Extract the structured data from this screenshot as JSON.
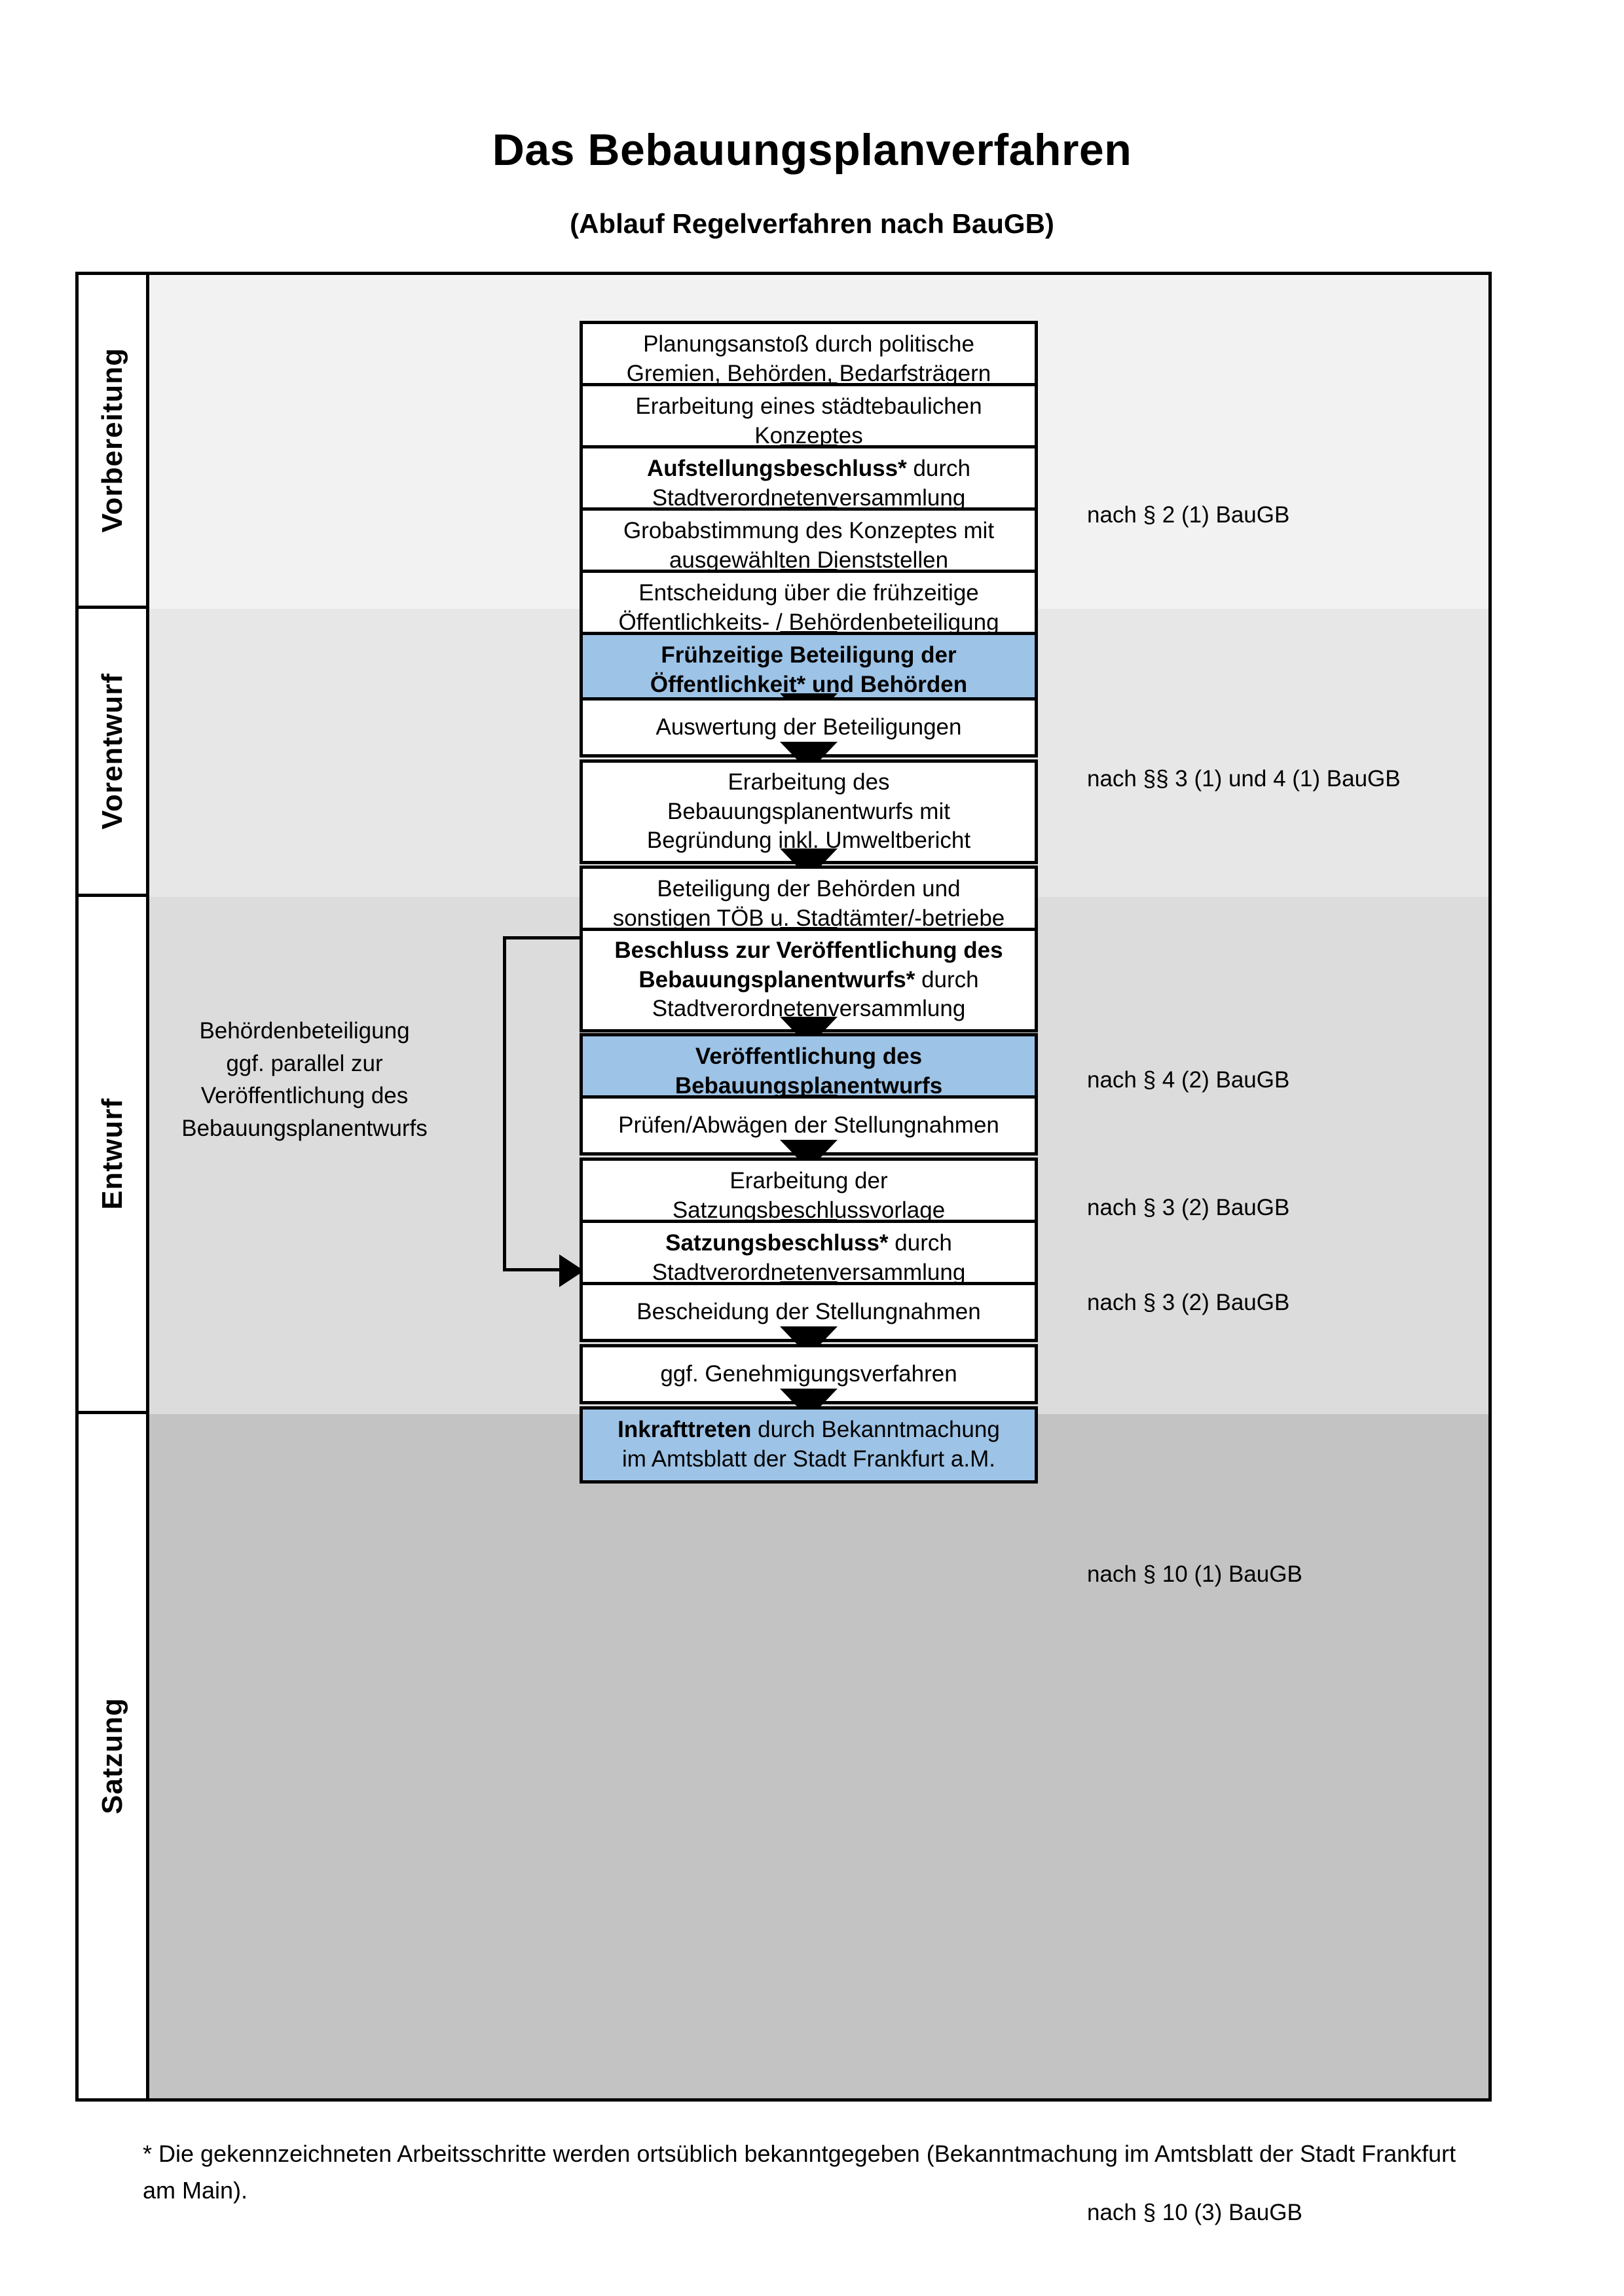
{
  "header": {
    "title": "Das Bebauungsplanverfahren",
    "subtitle": "(Ablauf Regelverfahren nach BauGB)"
  },
  "phases": [
    {
      "label": "Vorbereitung"
    },
    {
      "label": "Vorentwurf"
    },
    {
      "label": "Entwurf"
    },
    {
      "label": "Satzung"
    }
  ],
  "steps": [
    {
      "id": "planungsanstoss",
      "lines": [
        "Planungsanstoß durch politische",
        "Gremien, Behörden, Bedarfsträgern"
      ],
      "bold_prefix": "",
      "highlight": false
    },
    {
      "id": "staedtebauliches-konzept",
      "lines": [
        "Erarbeitung eines städtebaulichen",
        "Konzeptes"
      ],
      "bold_prefix": "",
      "highlight": false
    },
    {
      "id": "aufstellungsbeschluss",
      "lines": [
        "Aufstellungsbeschluss* durch",
        "Stadtverordnetenversammlung"
      ],
      "bold_prefix": "Aufstellungsbeschluss*",
      "highlight": false
    },
    {
      "id": "grobabstimmung",
      "lines": [
        "Grobabstimmung des Konzeptes mit",
        "ausgewählten Dienststellen"
      ],
      "bold_prefix": "",
      "highlight": false
    },
    {
      "id": "entscheidung-fruehzeitige-beteiligung",
      "lines": [
        "Entscheidung über die frühzeitige",
        "Öffentlichkeits- / Behördenbeteiligung"
      ],
      "bold_prefix": "",
      "highlight": false
    },
    {
      "id": "fruehzeitige-beteiligung",
      "lines": [
        "Frühzeitige Beteiligung der",
        "Öffentlichkeit* und Behörden"
      ],
      "bold_prefix": "all",
      "highlight": true
    },
    {
      "id": "auswertung-beteiligungen",
      "lines": [
        "Auswertung der Beteiligungen"
      ],
      "bold_prefix": "",
      "highlight": false
    },
    {
      "id": "erarbeitung-bebauungsplanentwurf",
      "lines": [
        "Erarbeitung des",
        "Bebauungsplanentwurfs mit",
        "Begründung inkl. Umweltbericht"
      ],
      "bold_prefix": "",
      "highlight": false
    },
    {
      "id": "beteiligung-behoerden-toeb",
      "lines": [
        "Beteiligung der Behörden und",
        "sonstigen TÖB u. Stadtämter/-betriebe"
      ],
      "bold_prefix": "",
      "highlight": false
    },
    {
      "id": "beschluss-veroeffentlichung",
      "lines": [
        "Beschluss zur Veröffentlichung des",
        "Bebauungsplanentwurfs* durch",
        "Stadtverordnetenversammlung"
      ],
      "bold_prefix": "Beschluss zur Veröffentlichung des Bebauungsplanentwurfs*",
      "highlight": false
    },
    {
      "id": "veroeffentlichung-bebauungsplanentwurf",
      "lines": [
        "Veröffentlichung des",
        "Bebauungsplanentwurfs"
      ],
      "bold_prefix": "all",
      "highlight": true
    },
    {
      "id": "pruefen-abwaegen",
      "lines": [
        "Prüfen/Abwägen der Stellungnahmen"
      ],
      "bold_prefix": "",
      "highlight": false
    },
    {
      "id": "erarbeitung-satzungsbeschlussvorlage",
      "lines": [
        "Erarbeitung der",
        "Satzungsbeschlussvorlage"
      ],
      "bold_prefix": "",
      "highlight": false
    },
    {
      "id": "satzungsbeschluss",
      "lines": [
        "Satzungsbeschluss* durch",
        "Stadtverordnetenversammlung"
      ],
      "bold_prefix": "Satzungsbeschluss*",
      "highlight": false
    },
    {
      "id": "bescheidung-stellungnahmen",
      "lines": [
        "Bescheidung der Stellungnahmen"
      ],
      "bold_prefix": "",
      "highlight": false
    },
    {
      "id": "genehmigungsverfahren",
      "lines": [
        "ggf. Genehmigungsverfahren"
      ],
      "bold_prefix": "",
      "highlight": false
    },
    {
      "id": "inkrafttreten",
      "lines": [
        "Inkrafttreten durch Bekanntmachung",
        "im Amtsblatt der Stadt Frankfurt a.M."
      ],
      "bold_prefix": "Inkrafttreten",
      "highlight": true
    }
  ],
  "legal_references": [
    {
      "id": "ref-par2-1",
      "text": "nach § 2 (1) BauGB"
    },
    {
      "id": "ref-par3-4-1",
      "text": "nach §§ 3 (1) und 4 (1) BauGB"
    },
    {
      "id": "ref-par4-2",
      "text": "nach § 4 (2) BauGB"
    },
    {
      "id": "ref-par3-2a",
      "text": "nach § 3 (2) BauGB"
    },
    {
      "id": "ref-par3-2b",
      "text": "nach § 3 (2) BauGB"
    },
    {
      "id": "ref-par10-1",
      "text": "nach § 10 (1) BauGB"
    },
    {
      "id": "ref-par10-3",
      "text": "nach § 10 (3) BauGB"
    }
  ],
  "side_note": {
    "lines": [
      "Behördenbeteiligung",
      "ggf. parallel zur",
      "Veröffentlichung des",
      "Bebauungsplanentwurfs"
    ]
  },
  "footnote": {
    "text": "* Die gekennzeichneten Arbeitsschritte werden ortsüblich bekanntgegeben (Bekanntmachung im Amtsblatt  der Stadt Frankfurt am Main)."
  },
  "colors": {
    "highlight_box": "#9DC3E6",
    "band_vorbereitung": "#F2F2F2",
    "band_vorentwurf": "#E7E7E7",
    "band_entwurf": "#DCDCDC",
    "band_satzung": "#C3C3C3",
    "outline": "#000000"
  }
}
